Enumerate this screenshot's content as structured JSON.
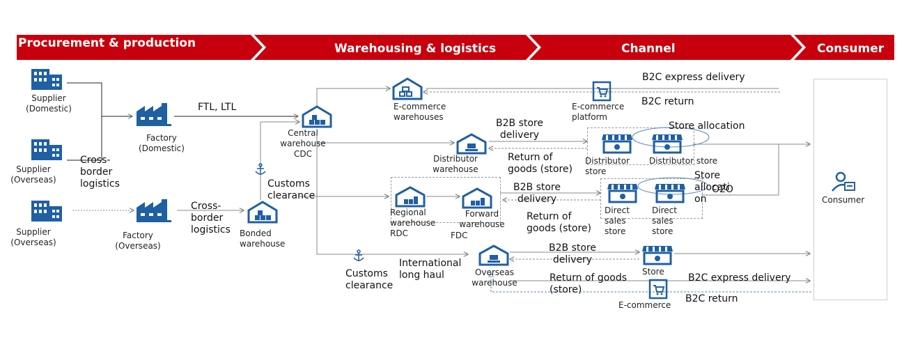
{
  "banner": {
    "stage1": "Procurement & production",
    "stage2": "Warehousing & logistics",
    "stage3": "Channel",
    "stage4": "Consumer"
  },
  "colors": {
    "banner_red": "#c8000d",
    "icon_blue": "#1f5fa3",
    "line_gray": "#8a8a8a"
  },
  "nodes": {
    "supplier_domestic": "Supplier\n(Domestic)",
    "supplier_overseas_1": "Supplier\n(Overseas)",
    "supplier_overseas_2": "Supplier\n(Overseas)",
    "factory_domestic": "Factory\n(Domestic)",
    "factory_overseas": "Factory\n(Overseas)",
    "central_warehouse": "Central\nwarehouse\nCDC",
    "bonded_warehouse": "Bonded\nwarehouse",
    "ecommerce_warehouses": "E-commerce\nwarehouses",
    "ecommerce_platform": "E-commerce\nplatform",
    "distributor_warehouse": "Distributor\nwarehouse",
    "regional_warehouse": "Regional\nwarehouse\nRDC",
    "forward_warehouse": "Forward\nwarehouse",
    "fdc": "FDC",
    "overseas_warehouse": "Overseas\nwarehouse",
    "distributor_store_1": "Distributor\nstore",
    "distributor_store_2": "Distributor store",
    "direct_sales_store_1": "Direct\nsales\nstore",
    "direct_sales_store_2": "Direct\nsales\nstore",
    "store": "Store",
    "ecommerce": "E-commerce",
    "consumer": "Consumer"
  },
  "flows": {
    "ftl_ltl": "FTL, LTL",
    "cross_border_1": "Cross-\nborder\nlogistics",
    "cross_border_2": "Cross-\nborder\nlogistics",
    "customs_clearance_1": "Customs\nclearance",
    "customs_clearance_2": "Customs\nclearance",
    "international_long_haul": "International\nlong haul",
    "b2c_express_1": "B2C express delivery",
    "b2c_return_1": "B2C return",
    "b2b_store_delivery_1": "B2B store\ndelivery",
    "return_goods_store_1": "Return of\ngoods (store)",
    "store_allocation_1": "Store allocation",
    "b2b_store_delivery_2": "B2B store\ndelivery",
    "return_goods_store_2": "Return of\ngoods (store)",
    "store_allocation_2": "Store\nallocati\non",
    "o2o": "O2O",
    "b2b_store_delivery_3": "B2B store\ndelivery",
    "return_goods_store_3": "Return of goods\n(store)",
    "b2c_express_2": "B2C express delivery",
    "b2c_return_2": "B2C return"
  }
}
